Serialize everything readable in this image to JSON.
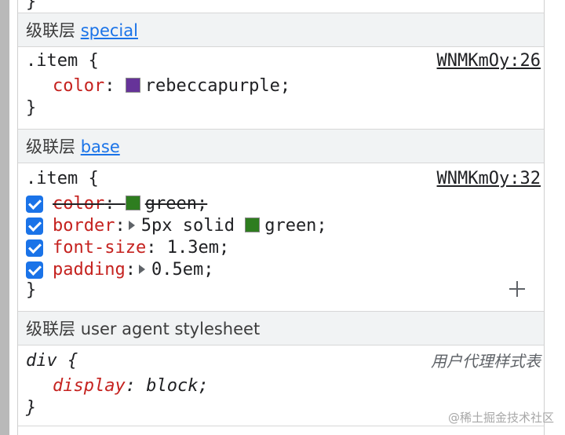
{
  "rules": [
    {
      "layer_prefix": "级联层",
      "layer_name": "special",
      "selector": ".item {",
      "source": "WNMKmOy:26",
      "declarations": [
        {
          "prop": "color",
          "value": "rebeccapurple;",
          "swatch": "#663399"
        }
      ],
      "close": "}"
    },
    {
      "layer_prefix": "级联层",
      "layer_name": "base",
      "selector": ".item {",
      "source": "WNMKmOy:32",
      "declarations": [
        {
          "prop": "color",
          "value": "green;",
          "swatch": "#2e7d1f",
          "overridden": true
        },
        {
          "prop": "border",
          "value": "5px solid",
          "value_after_swatch": "green;",
          "swatch": "#2e7d1f"
        },
        {
          "prop": "font-size",
          "value": "1.3em;"
        },
        {
          "prop": "padding",
          "value": "0.5em;"
        }
      ],
      "close": "}"
    },
    {
      "layer_prefix": "级联层",
      "layer_name": "user agent stylesheet",
      "selector": "div {",
      "source": "用户代理样式表",
      "declarations": [
        {
          "prop": "display",
          "value": "block;"
        }
      ],
      "close": "}"
    }
  ],
  "top_remnant": "}",
  "colon": ":",
  "watermark": "@稀土掘金技术社区"
}
